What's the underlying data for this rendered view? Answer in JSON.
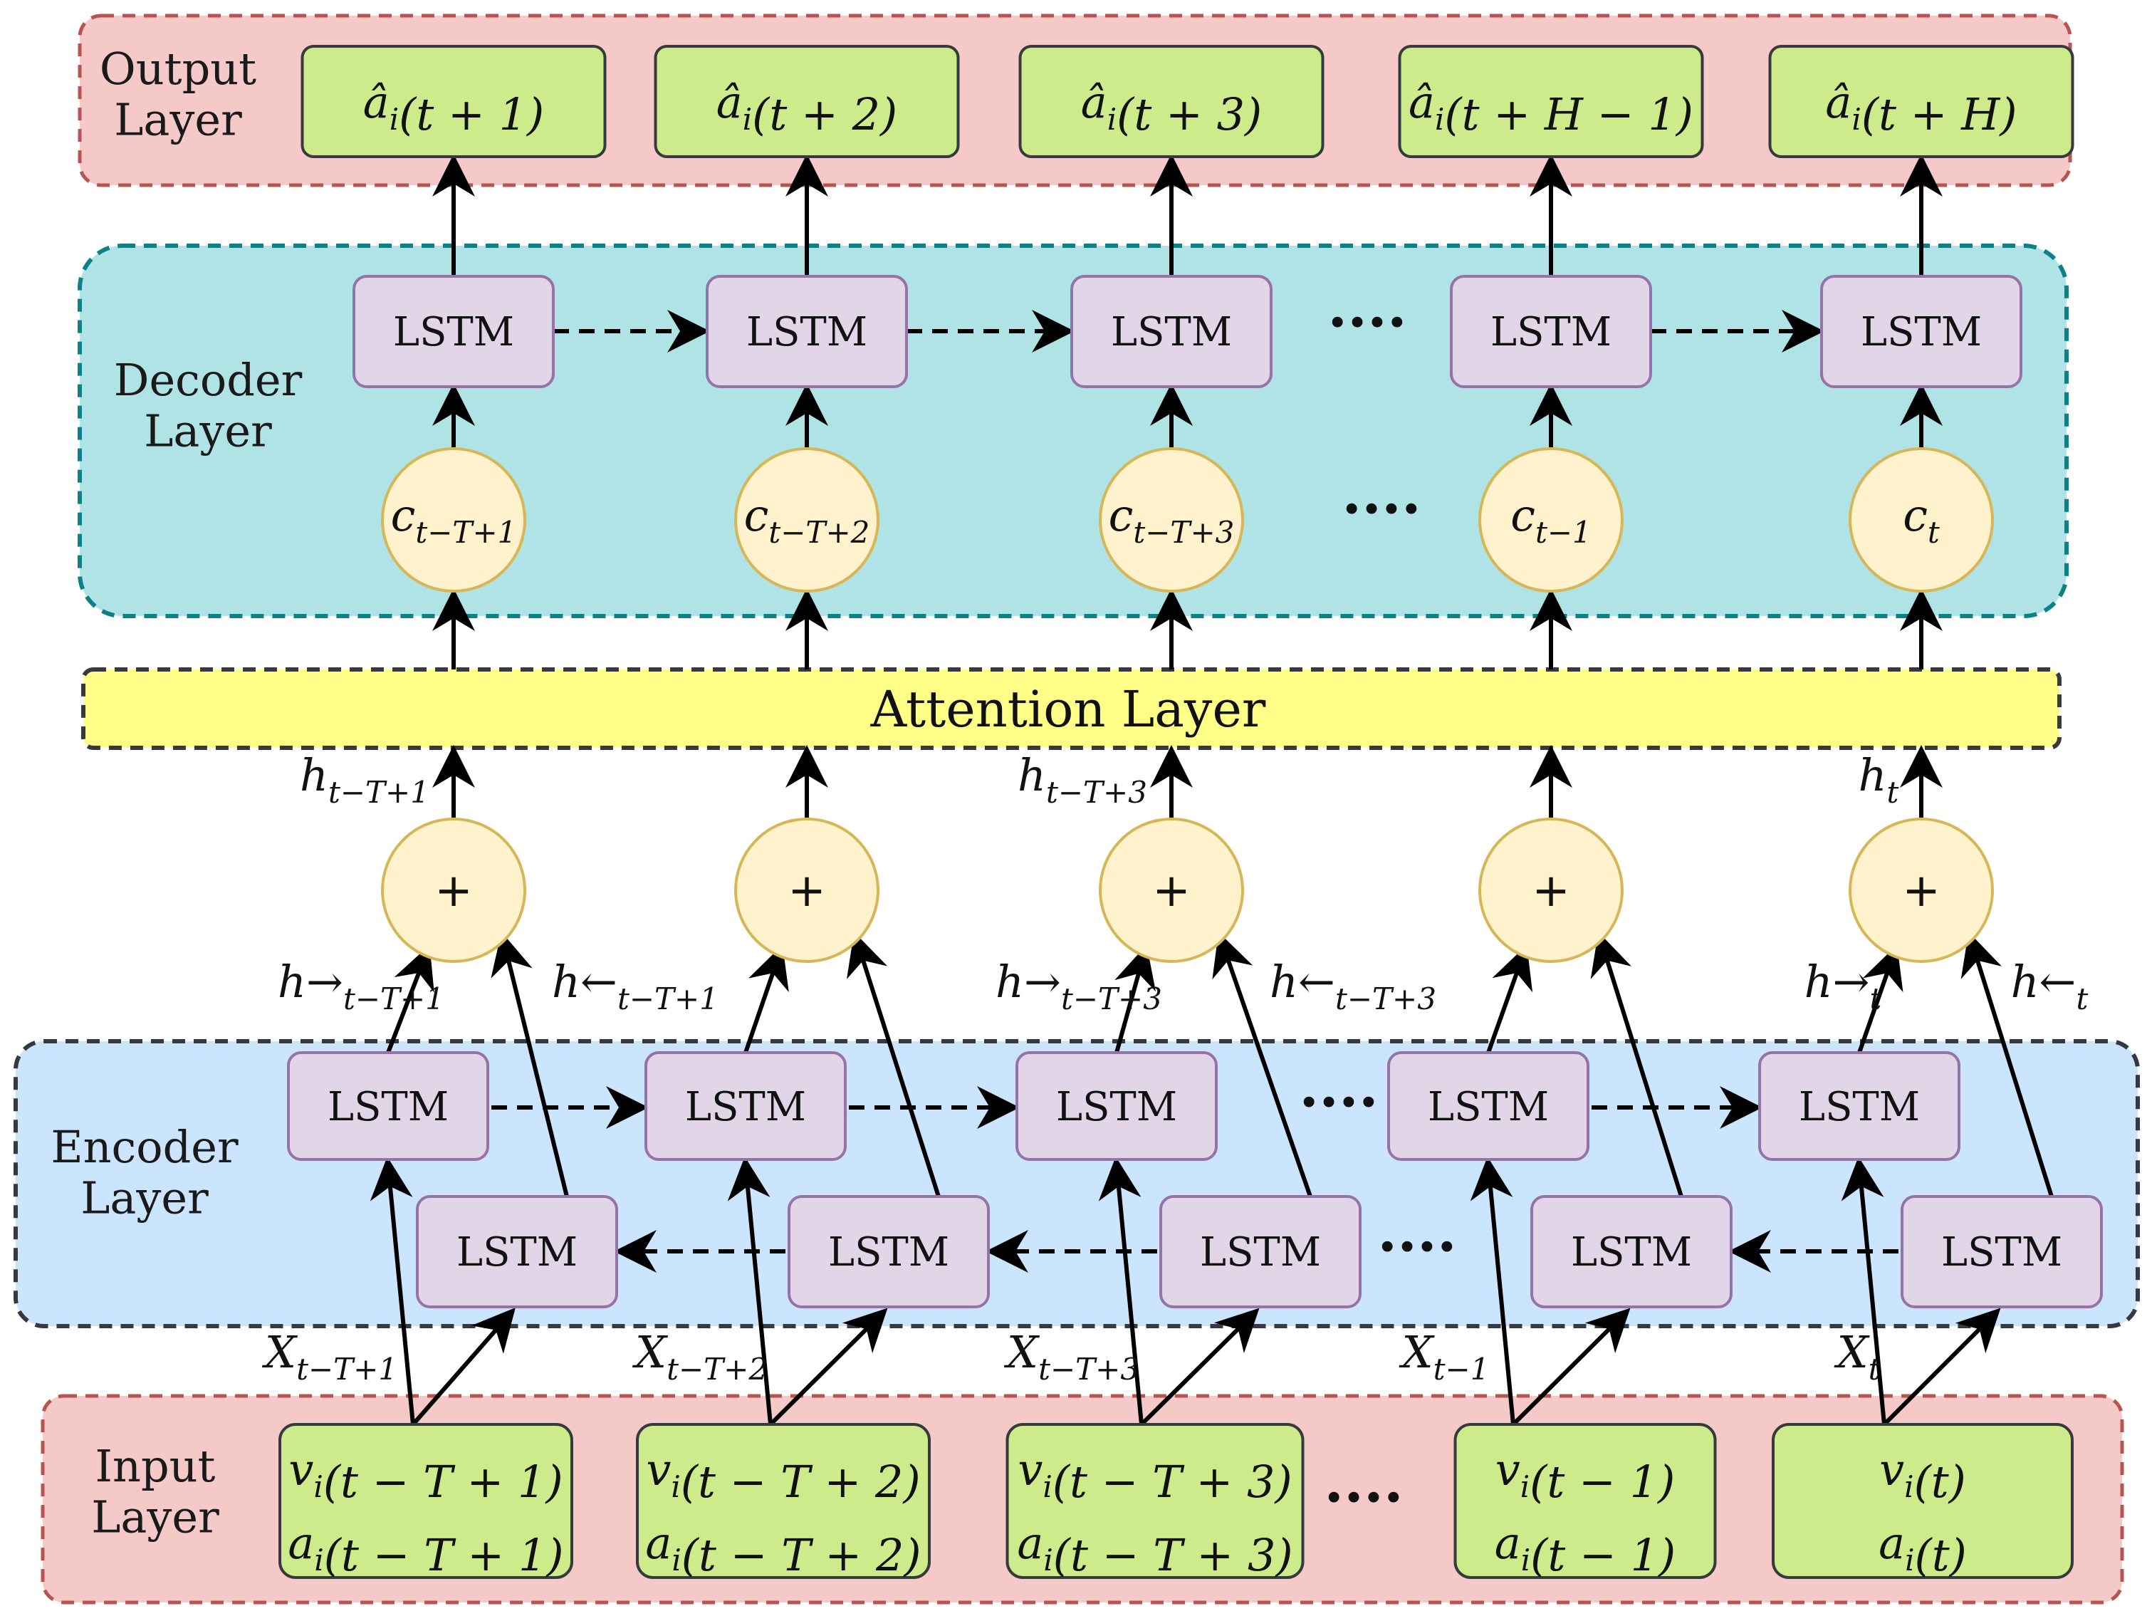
{
  "panels": {
    "output": "Output\nLayer",
    "decoder": "Decoder\nLayer",
    "attention": "Attention Layer",
    "encoder": "Encoder\nLayer",
    "input": "Input\nLayer"
  },
  "output_boxes": [
    "â_i(t + 1)",
    "â_i(t + 2)",
    "â_i(t + 3)",
    "â_i(t + H − 1)",
    "â_i(t + H)"
  ],
  "context_nodes": [
    "c_{t−T+1}",
    "c_{t−T+2}",
    "c_{t−T+3}",
    "c_{t−1}",
    "c_t"
  ],
  "lstm_label": "LSTM",
  "plus_label": "+",
  "ellipsis": "····",
  "hidden_labels": [
    "h_{t−T+1}",
    "",
    "h_{t−T+3}",
    "",
    "h_t"
  ],
  "forward_labels": [
    "h→_{t−T+1}",
    "",
    "h→_{t−T+3}",
    "",
    "h→_t"
  ],
  "backward_labels": [
    "h←_{t−T+1}",
    "",
    "h←_{t−T+3}",
    "",
    "h←_t"
  ],
  "x_labels": [
    "X_{t−T+1}",
    "X_{t−T+2}",
    "X_{t−T+3}",
    "X_{t−1}",
    "X_t"
  ],
  "input_boxes": [
    {
      "v": "v_i(t − T + 1)",
      "a": "a_i(t − T + 1)"
    },
    {
      "v": "v_i(t − T + 2)",
      "a": "a_i(t − T + 2)"
    },
    {
      "v": "v_i(t − T + 3)",
      "a": "a_i(t − T + 3)"
    },
    {
      "v": "v_i(t − 1)",
      "a": "a_i(t − 1)"
    },
    {
      "v": "v_i(t)",
      "a": "a_i(t)"
    }
  ],
  "colors": {
    "output_bg": "#f6c9c9",
    "output_border": "#b85450",
    "green_fill": "#cdeb8b",
    "green_border": "#36393d",
    "decoder_bg": "#b0e3e6",
    "decoder_border": "#0e8088",
    "lstm_fill": "#e1d5e7",
    "lstm_border": "#9673a6",
    "node_fill": "#fff2cc",
    "node_border": "#d6b656",
    "attention_fill": "#ffff88",
    "attention_border": "#36393d",
    "encoder_bg": "#cce5ff",
    "encoder_border": "#36393d"
  }
}
